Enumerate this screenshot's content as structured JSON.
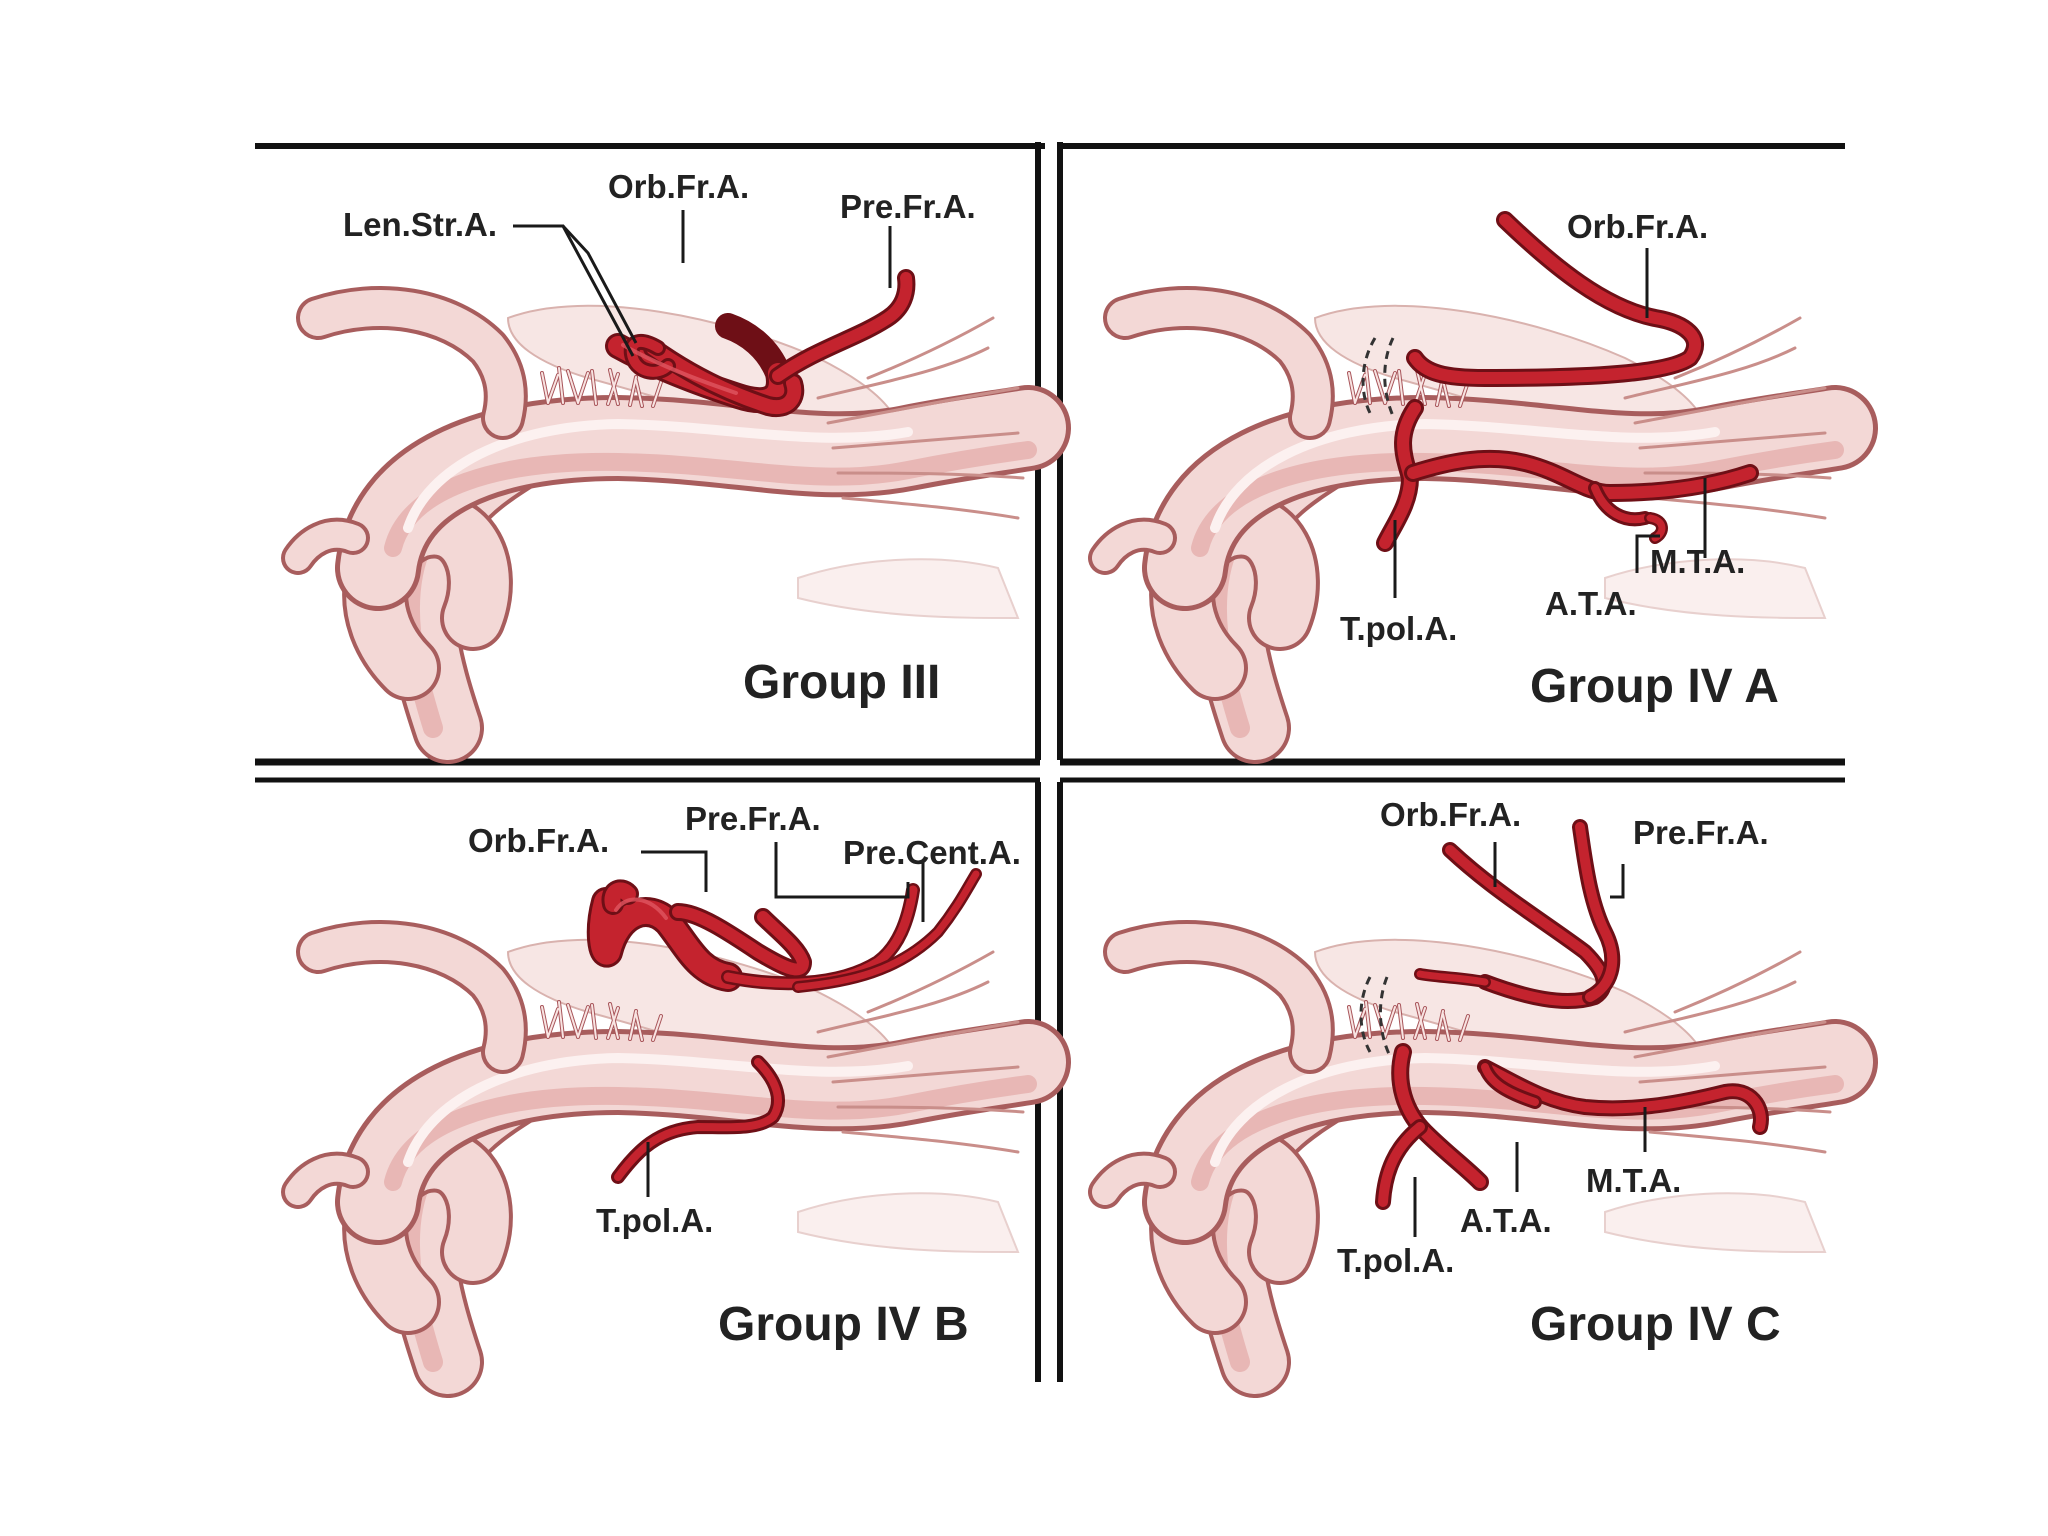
{
  "panels": [
    {
      "group_title": "Group III",
      "labels": {
        "len_str": "Len.Str.A.",
        "orb_fr": "Orb.Fr.A.",
        "pre_fr": "Pre.Fr.A."
      }
    },
    {
      "group_title": "Group IV A",
      "labels": {
        "orb_fr": "Orb.Fr.A.",
        "t_pol": "T.pol.A.",
        "ata": "A.T.A.",
        "mta": "M.T.A."
      }
    },
    {
      "group_title": "Group IV B",
      "labels": {
        "orb_fr": "Orb.Fr.A.",
        "pre_fr": "Pre.Fr.A.",
        "pre_cent": "Pre.Cent.A.",
        "t_pol": "T.pol.A."
      }
    },
    {
      "group_title": "Group IV C",
      "labels": {
        "orb_fr": "Orb.Fr.A.",
        "pre_fr": "Pre.Fr.A.",
        "mta": "M.T.A.",
        "ata": "A.T.A.",
        "t_pol": "T.pol.A."
      }
    }
  ],
  "colors": {
    "artery": "#c4232e",
    "artery_dark": "#6e0f16",
    "vessel": "#f3d8d6",
    "vessel_edge": "#a85d5d",
    "frame": "#111111",
    "text": "#222222"
  }
}
